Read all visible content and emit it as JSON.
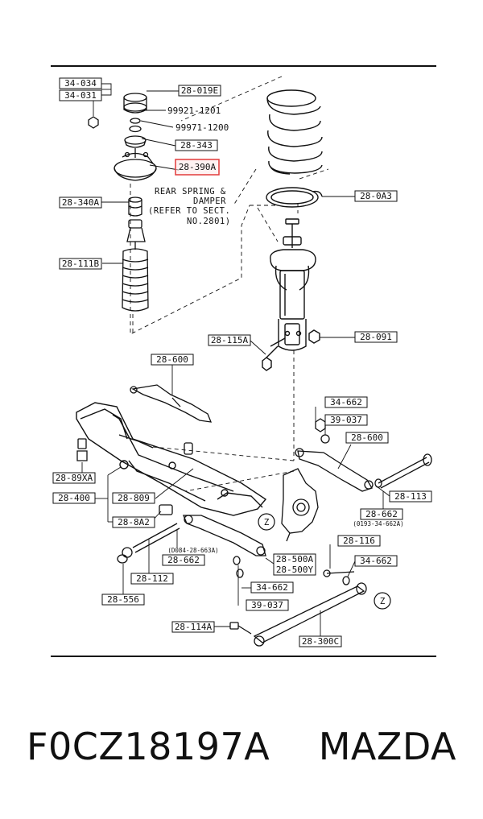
{
  "labels": {
    "l34_034": "34-034",
    "l34_031": "34-031",
    "l28_019e": "28-019E",
    "l99921": "99921-1201",
    "l99971": "99971-1200",
    "l28_343": "28-343",
    "l28_390a": "28-390A",
    "l28_340a": "28-340A",
    "l28_111b": "28-111B",
    "l28_0a3": "28-0A3",
    "l28_115a": "28-115A",
    "l28_091": "28-091",
    "l28_600a": "28-600",
    "l34_662a": "34-662",
    "l39_037a": "39-037",
    "l28_600b": "28-600",
    "l28_89xa": "28-89XA",
    "l28_400": "28-400",
    "l28_809": "28-809",
    "l28_8a2": "28-8A2",
    "l28_113": "28-113",
    "l28_662a": "28-662",
    "l28_662b": "28-662",
    "l28_116": "28-116",
    "l34_662b": "34-662",
    "l28_500a": "28-500A",
    "l28_500y": "28-500Y",
    "l34_662c": "34-662",
    "l28_112": "28-112",
    "l28_556": "28-556",
    "l39_037b": "39-037",
    "l28_114a": "28-114A",
    "l28_300c": "28-300C"
  },
  "notes": {
    "ref_line1": "REAR SPRING &",
    "ref_line2": "DAMPER",
    "ref_line3": "(REFER TO SECT.",
    "ref_line4": "NO.2801)",
    "sub_0193": "(0193-34-662A)",
    "sub_d084": "(D084-28-663A)",
    "z1": "Z",
    "z2": "Z"
  },
  "caption": {
    "part_number": "F0CZ18197A",
    "brand": "MAZDA"
  },
  "colors": {
    "highlight": "#e23b3b",
    "ink": "#111111"
  }
}
